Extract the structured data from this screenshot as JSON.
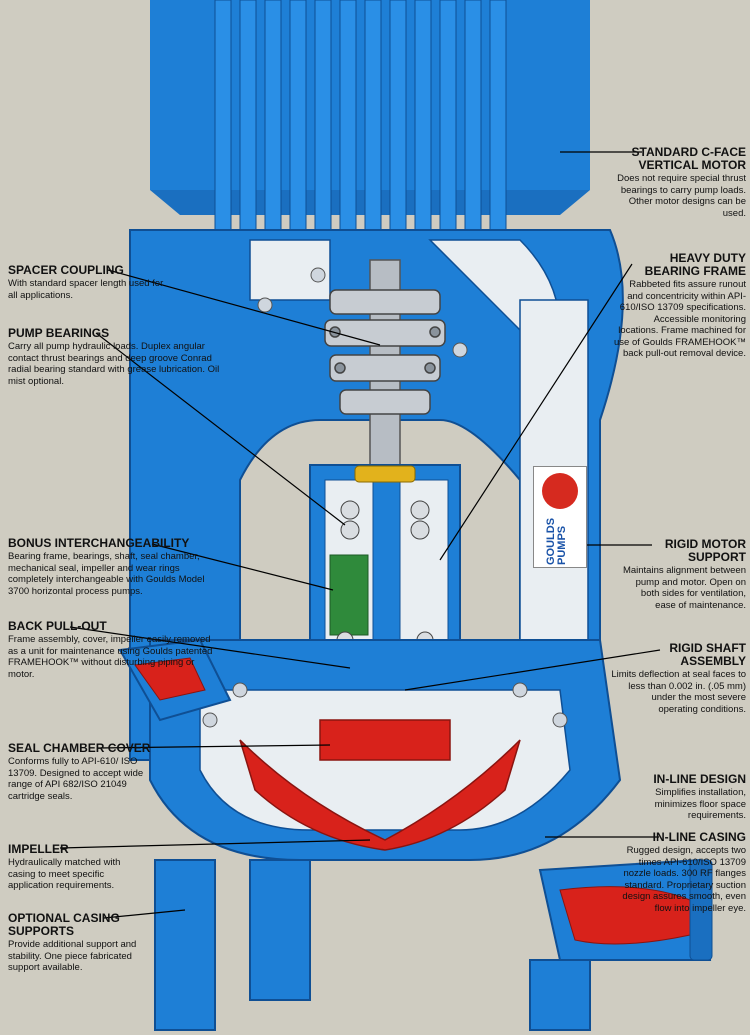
{
  "logo": {
    "text": "GOULDS PUMPS"
  },
  "colors": {
    "background": "#cfccc1",
    "casing_blue": "#1e7fd6",
    "shaft_steel": "#b7bdc4",
    "hydraulic_red": "#d8221b",
    "bearing_green": "#2f8a3b",
    "section_white": "#e9eef2"
  },
  "callouts_left": [
    {
      "title": "SPACER COUPLING",
      "desc": "With standard spacer length used for all applications."
    },
    {
      "title": "PUMP BEARINGS",
      "desc": "Carry all pump hydraulic loads.  Duplex angular contact thrust bearings and deep groove Conrad radial bearing standard with grease lubrication. Oil mist optional."
    },
    {
      "title": "BONUS INTERCHANGEABILITY",
      "desc": "Bearing frame, bearings, shaft, seal chamber, mechanical seal, impeller and wear rings completely interchangeable with Goulds Model 3700 horizontal process pumps."
    },
    {
      "title": "BACK PULL-OUT",
      "desc": "Frame assembly, cover, impeller easily removed as a unit for maintenance using Goulds patented FRAMEHOOK™ without disturbing piping or motor."
    },
    {
      "title": "SEAL CHAMBER COVER",
      "desc": "Conforms fully to API-610/ ISO 13709. Designed to accept wide range of API 682/ISO 21049 cartridge seals."
    },
    {
      "title": "IMPELLER",
      "desc": "Hydraulically matched with casing to meet specific application requirements."
    },
    {
      "title": "OPTIONAL CASING SUPPORTS",
      "desc": "Provide additional support and stability. One piece fabricated support available."
    }
  ],
  "callouts_right": [
    {
      "title": "STANDARD C-FACE VERTICAL MOTOR",
      "desc": "Does not require special thrust bearings to carry pump loads.  Other motor designs can be used."
    },
    {
      "title": "HEAVY DUTY BEARING FRAME",
      "desc": "Rabbeted fits assure runout and concentricity within API-610/ISO 13709 specifications. Accessible monitoring locations. Frame machined for use of Goulds FRAMEHOOK™ back pull-out removal device."
    },
    {
      "title": "RIGID MOTOR SUPPORT",
      "desc": "Maintains alignment between pump and motor. Open on both sides for ventilation, ease of maintenance."
    },
    {
      "title": "RIGID SHAFT ASSEMBLY",
      "desc": "Limits deflection at seal faces to less than 0.002 in. (.05 mm) under the most severe operating conditions."
    },
    {
      "title": "IN-LINE DESIGN",
      "desc": "Simplifies installation, minimizes floor space requirements."
    },
    {
      "title": "IN-LINE CASING",
      "desc": "Rugged design, accepts two times API-610/ISO 13709  nozzle loads. 300 RF flanges standard. Proprietary suction design assures smooth, even flow into impeller eye."
    }
  ]
}
